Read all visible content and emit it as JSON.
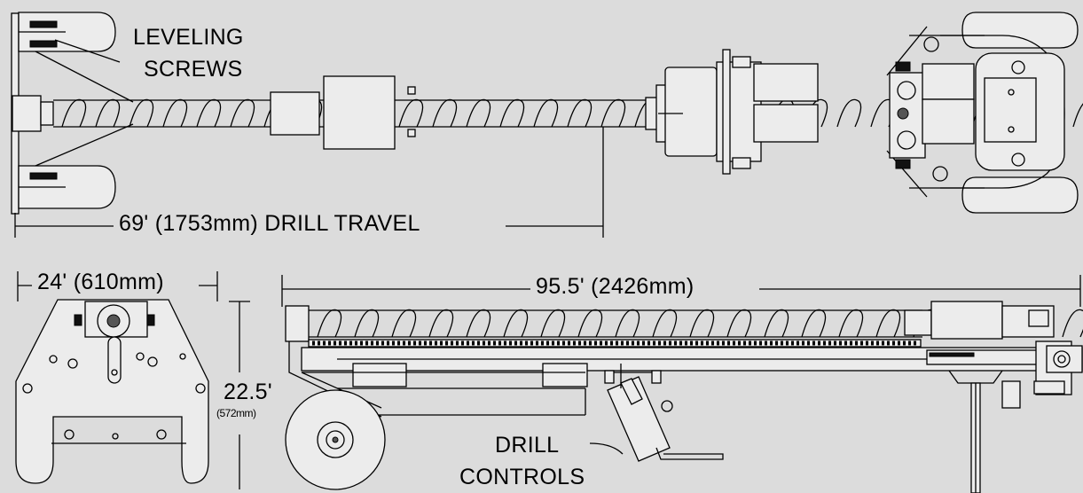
{
  "labels": {
    "leveling_screws_1": "LEVELING",
    "leveling_screws_2": "SCREWS",
    "drill_travel": "69' (1753mm) DRILL TRAVEL",
    "width_dim": "24' (610mm)",
    "length_dim": "95.5' (2426mm)",
    "height_dim": "22.5'",
    "height_dim_mm": "(572mm)",
    "drill_controls_1": "DRILL",
    "drill_controls_2": "CONTROLS"
  },
  "colors": {
    "background": "#dcdcdc",
    "line": "#000000",
    "part_fill": "#ececec"
  }
}
